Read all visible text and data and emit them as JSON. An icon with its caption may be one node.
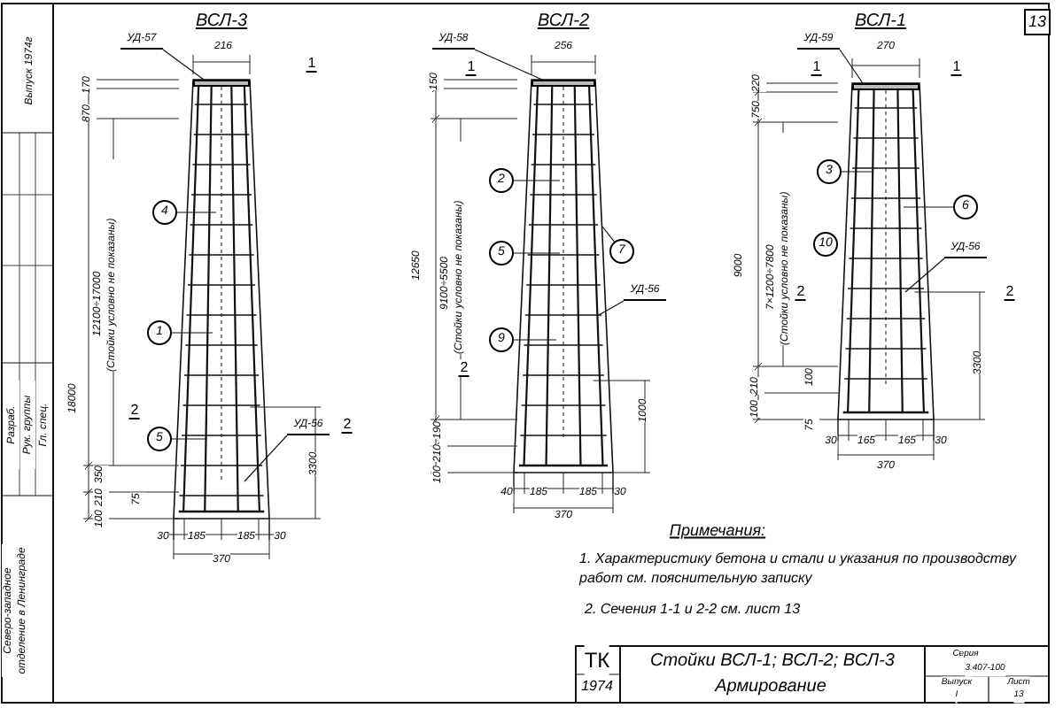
{
  "diagram": {
    "title": "Стойки ВСЛ-1; ВСЛ-2; ВСЛ-3",
    "nodes": [
      {
        "text": [
          "УД-57"
        ]
      },
      {
        "text": [
          "4"
        ]
      },
      {
        "text": [
          "1"
        ]
      },
      {
        "text": [
          "5"
        ]
      },
      {
        "text": [
          "УД-56"
        ]
      },
      {
        "text": [
          "УД-58"
        ]
      },
      {
        "text": [
          "2"
        ]
      },
      {
        "text": [
          "5"
        ]
      },
      {
        "text": [
          "7"
        ]
      },
      {
        "text": [
          "УД-56"
        ]
      },
      {
        "text": [
          "9"
        ]
      },
      {
        "text": [
          "УД-59"
        ]
      },
      {
        "text": [
          "3"
        ]
      },
      {
        "text": [
          "6"
        ]
      },
      {
        "text": [
          "10"
        ]
      },
      {
        "text": [
          "УД-56"
        ]
      },
      {
        "text": [],
        "shape": "bar"
      },
      {
        "text": [],
        "shape": "bar"
      },
      {
        "text": [],
        "shape": "bar"
      },
      {
        "text": [
          "13"
        ]
      }
    ],
    "edges": [
      {
        "from": 0,
        "to": 16,
        "arrow": "none"
      },
      {
        "from": 1,
        "to": null,
        "arrow": "none"
      },
      {
        "from": 2,
        "to": null,
        "arrow": "none"
      },
      {
        "from": 3,
        "to": null,
        "arrow": "none"
      },
      {
        "from": 4,
        "to": null,
        "arrow": "none"
      },
      {
        "from": 5,
        "to": 17,
        "arrow": "none"
      },
      {
        "from": 6,
        "to": null,
        "arrow": "none"
      },
      {
        "from": 7,
        "to": null,
        "arrow": "none"
      },
      {
        "from": 8,
        "to": null,
        "arrow": "none"
      },
      {
        "from": 9,
        "to": null,
        "arrow": "none"
      },
      {
        "from": 10,
        "to": null,
        "arrow": "none"
      },
      {
        "from": 11,
        "to": 18,
        "arrow": "none"
      },
      {
        "from": 12,
        "to": null,
        "arrow": "none"
      },
      {
        "from": 13,
        "to": null,
        "arrow": "none"
      },
      {
        "from": 15,
        "to": null,
        "arrow": "none"
      }
    ],
    "labels": [
      "ВСЛ-3",
      "ВСЛ-2",
      "ВСЛ-1",
      "Выпуск 1974г",
      "216",
      "1",
      "170",
      "870",
      "12100÷17000",
      "(Стойки условно не показаны)",
      "18000",
      "Разраб.",
      "Рук. группы",
      "Гл. спец.",
      "Северо-западное отделение в Ленинграде",
      "2",
      "2",
      "350",
      "210",
      "100",
      "75",
      "30",
      "185",
      "185",
      "30",
      "370",
      "3300",
      "256",
      "1",
      "150",
      "12650",
      "9100÷5500",
      "(Стойки условно не показаны)",
      "2",
      "1000",
      "190",
      "210",
      "100",
      "40",
      "185",
      "185",
      "30",
      "370",
      "270",
      "1",
      "1",
      "220",
      "750",
      "9000",
      "7×1200÷7800",
      "(Стойки условно не показаны)",
      "2",
      "2",
      "100",
      "210",
      "100",
      "75",
      "30",
      "165",
      "165",
      "30",
      "370",
      "3300",
      "Примечания:",
      "1. Характеристику бетона и стали и указания по производству работ см. пояснительную записку",
      "2. Сечения 1-1 и 2-2 см. лист 13",
      "ТК",
      "1974",
      "Армирование",
      "Серия",
      "3.407-100",
      "Выпуск",
      "I",
      "Лист",
      "13"
    ]
  }
}
